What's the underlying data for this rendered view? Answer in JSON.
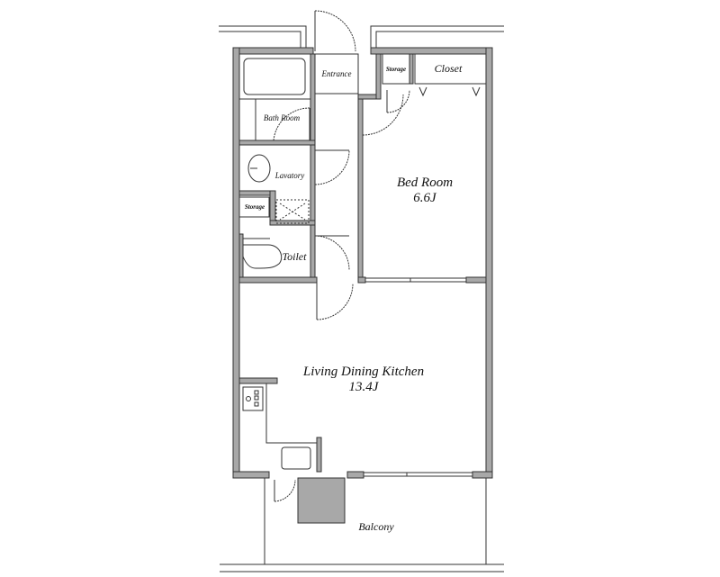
{
  "floor_plan": {
    "rooms": [
      {
        "id": "entrance",
        "label": "Entrance"
      },
      {
        "id": "storage_top",
        "label": "Storage"
      },
      {
        "id": "closet",
        "label": "Closet"
      },
      {
        "id": "bath_room",
        "label": "Bath Room"
      },
      {
        "id": "lavatory",
        "label": "Lavatory"
      },
      {
        "id": "storage_side",
        "label": "Storage"
      },
      {
        "id": "toilet",
        "label": "Toilet"
      },
      {
        "id": "bed_room",
        "label": "Bed Room",
        "area": "6.6J"
      },
      {
        "id": "ldk",
        "label": "Living Dining Kitchen",
        "area": "13.4J"
      },
      {
        "id": "balcony",
        "label": "Balcony"
      }
    ],
    "colors": {
      "wall_fill": "#a8a8a8",
      "line": "#333333",
      "background": "#ffffff",
      "balcony_block": "#a8a8a8"
    }
  }
}
